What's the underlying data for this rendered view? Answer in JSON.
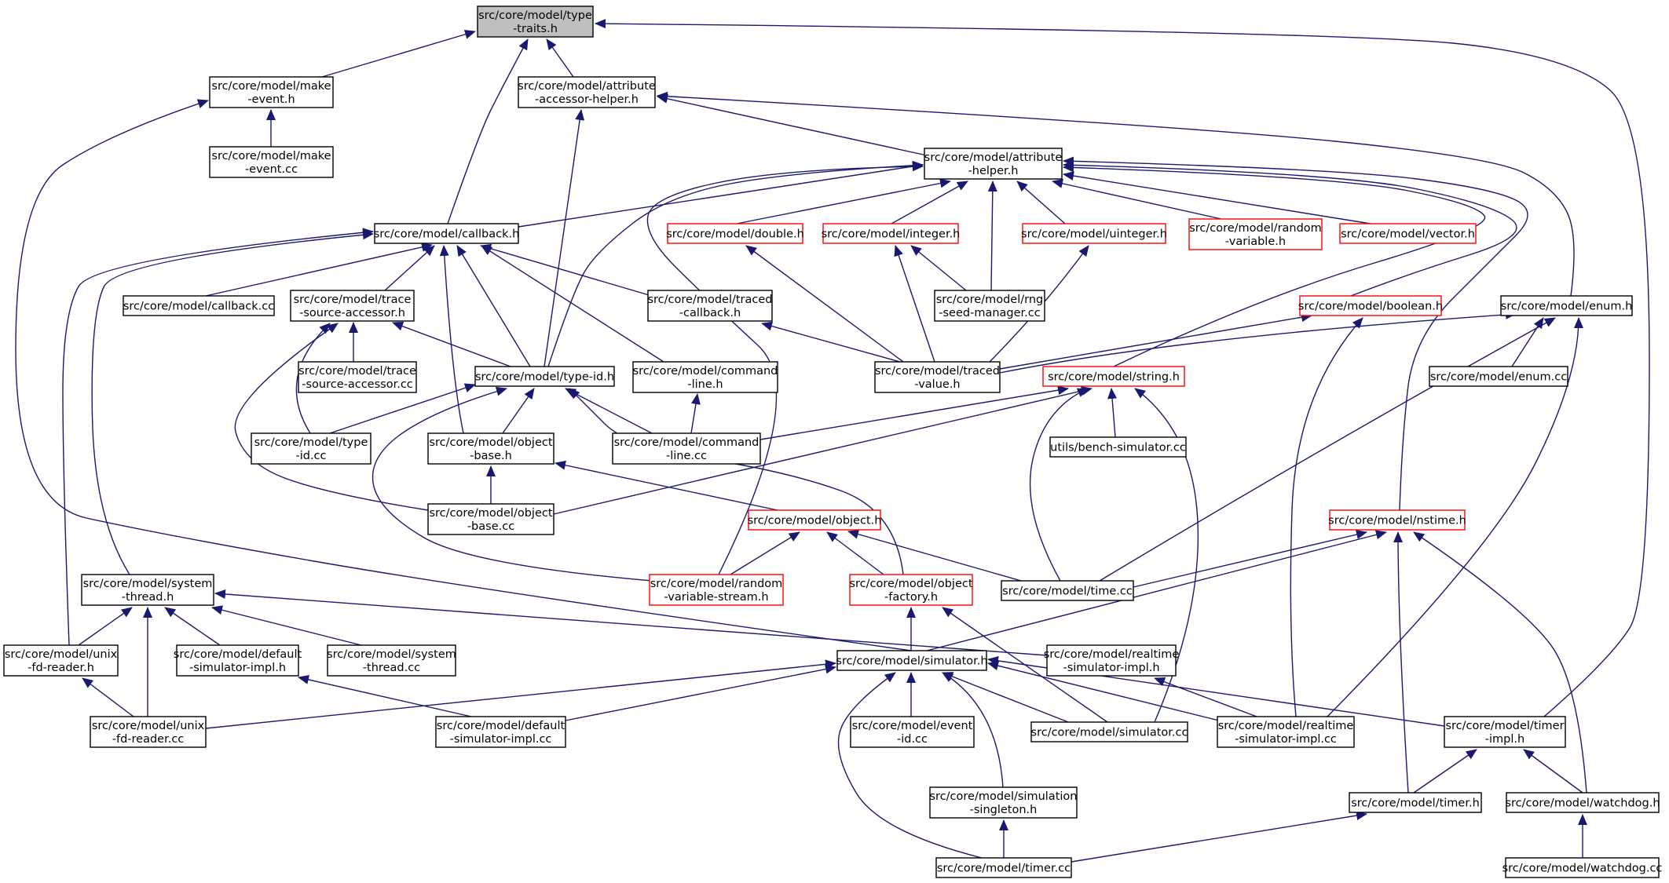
{
  "colors": {
    "edge": "#191970",
    "border_default": "#000000",
    "border_highlight": "#ff0000",
    "fill_default": "#ffffff",
    "fill_root": "#bfbfbf",
    "text": "#000000"
  },
  "nodes": [
    {
      "id": "type-traits-h",
      "lines": [
        "src/core/model/type",
        "-traits.h"
      ],
      "style": "root"
    },
    {
      "id": "make-event-h",
      "lines": [
        "src/core/model/make",
        "-event.h"
      ],
      "style": "default"
    },
    {
      "id": "attribute-accessor-helper-h",
      "lines": [
        "src/core/model/attribute",
        "-accessor-helper.h"
      ],
      "style": "default"
    },
    {
      "id": "make-event-cc",
      "lines": [
        "src/core/model/make",
        "-event.cc"
      ],
      "style": "default"
    },
    {
      "id": "attribute-helper-h",
      "lines": [
        "src/core/model/attribute",
        "-helper.h"
      ],
      "style": "default"
    },
    {
      "id": "callback-h",
      "lines": [
        "src/core/model/callback.h"
      ],
      "style": "default"
    },
    {
      "id": "double-h",
      "lines": [
        "src/core/model/double.h"
      ],
      "style": "red"
    },
    {
      "id": "integer-h",
      "lines": [
        "src/core/model/integer.h"
      ],
      "style": "red"
    },
    {
      "id": "uinteger-h",
      "lines": [
        "src/core/model/uinteger.h"
      ],
      "style": "red"
    },
    {
      "id": "random-variable-h",
      "lines": [
        "src/core/model/random",
        "-variable.h"
      ],
      "style": "red"
    },
    {
      "id": "vector-h",
      "lines": [
        "src/core/model/vector.h"
      ],
      "style": "red"
    },
    {
      "id": "callback-cc",
      "lines": [
        "src/core/model/callback.cc"
      ],
      "style": "default"
    },
    {
      "id": "trace-source-accessor-h",
      "lines": [
        "src/core/model/trace",
        "-source-accessor.h"
      ],
      "style": "default"
    },
    {
      "id": "traced-callback-h",
      "lines": [
        "src/core/model/traced",
        "-callback.h"
      ],
      "style": "default"
    },
    {
      "id": "rng-seed-manager-cc",
      "lines": [
        "src/core/model/rng",
        "-seed-manager.cc"
      ],
      "style": "default"
    },
    {
      "id": "boolean-h",
      "lines": [
        "src/core/model/boolean.h"
      ],
      "style": "red"
    },
    {
      "id": "enum-h",
      "lines": [
        "src/core/model/enum.h"
      ],
      "style": "default"
    },
    {
      "id": "trace-source-accessor-cc",
      "lines": [
        "src/core/model/trace",
        "-source-accessor.cc"
      ],
      "style": "default"
    },
    {
      "id": "type-id-h",
      "lines": [
        "src/core/model/type-id.h"
      ],
      "style": "default"
    },
    {
      "id": "command-line-h",
      "lines": [
        "src/core/model/command",
        "-line.h"
      ],
      "style": "default"
    },
    {
      "id": "traced-value-h",
      "lines": [
        "src/core/model/traced",
        "-value.h"
      ],
      "style": "default"
    },
    {
      "id": "string-h",
      "lines": [
        "src/core/model/string.h"
      ],
      "style": "red"
    },
    {
      "id": "enum-cc",
      "lines": [
        "src/core/model/enum.cc"
      ],
      "style": "default"
    },
    {
      "id": "type-id-cc",
      "lines": [
        "src/core/model/type",
        "-id.cc"
      ],
      "style": "default"
    },
    {
      "id": "object-base-h",
      "lines": [
        "src/core/model/object",
        "-base.h"
      ],
      "style": "default"
    },
    {
      "id": "command-line-cc",
      "lines": [
        "src/core/model/command",
        "-line.cc"
      ],
      "style": "default"
    },
    {
      "id": "bench-simulator-cc",
      "lines": [
        "utils/bench-simulator.cc"
      ],
      "style": "default"
    },
    {
      "id": "object-base-cc",
      "lines": [
        "src/core/model/object",
        "-base.cc"
      ],
      "style": "default"
    },
    {
      "id": "object-h",
      "lines": [
        "src/core/model/object.h"
      ],
      "style": "red"
    },
    {
      "id": "nstime-h",
      "lines": [
        "src/core/model/nstime.h"
      ],
      "style": "red"
    },
    {
      "id": "system-thread-h",
      "lines": [
        "src/core/model/system",
        "-thread.h"
      ],
      "style": "default"
    },
    {
      "id": "random-variable-stream-h",
      "lines": [
        "src/core/model/random",
        "-variable-stream.h"
      ],
      "style": "red"
    },
    {
      "id": "object-factory-h",
      "lines": [
        "src/core/model/object",
        "-factory.h"
      ],
      "style": "red"
    },
    {
      "id": "time-cc",
      "lines": [
        "src/core/model/time.cc"
      ],
      "style": "default"
    },
    {
      "id": "unix-fd-reader-h",
      "lines": [
        "src/core/model/unix",
        "-fd-reader.h"
      ],
      "style": "default"
    },
    {
      "id": "default-simulator-impl-h",
      "lines": [
        "src/core/model/default",
        "-simulator-impl.h"
      ],
      "style": "default"
    },
    {
      "id": "system-thread-cc",
      "lines": [
        "src/core/model/system",
        "-thread.cc"
      ],
      "style": "default"
    },
    {
      "id": "simulator-h",
      "lines": [
        "src/core/model/simulator.h"
      ],
      "style": "default"
    },
    {
      "id": "realtime-simulator-impl-h",
      "lines": [
        "src/core/model/realtime",
        "-simulator-impl.h"
      ],
      "style": "default"
    },
    {
      "id": "unix-fd-reader-cc",
      "lines": [
        "src/core/model/unix",
        "-fd-reader.cc"
      ],
      "style": "default"
    },
    {
      "id": "default-simulator-impl-cc",
      "lines": [
        "src/core/model/default",
        "-simulator-impl.cc"
      ],
      "style": "default"
    },
    {
      "id": "event-id-cc",
      "lines": [
        "src/core/model/event",
        "-id.cc"
      ],
      "style": "default"
    },
    {
      "id": "simulator-cc",
      "lines": [
        "src/core/model/simulator.cc"
      ],
      "style": "default"
    },
    {
      "id": "realtime-simulator-impl-cc",
      "lines": [
        "src/core/model/realtime",
        "-simulator-impl.cc"
      ],
      "style": "default"
    },
    {
      "id": "timer-impl-h",
      "lines": [
        "src/core/model/timer",
        "-impl.h"
      ],
      "style": "default"
    },
    {
      "id": "simulation-singleton-h",
      "lines": [
        "src/core/model/simulation",
        "-singleton.h"
      ],
      "style": "default"
    },
    {
      "id": "timer-h",
      "lines": [
        "src/core/model/timer.h"
      ],
      "style": "default"
    },
    {
      "id": "watchdog-h",
      "lines": [
        "src/core/model/watchdog.h"
      ],
      "style": "default"
    },
    {
      "id": "timer-cc",
      "lines": [
        "src/core/model/timer.cc"
      ],
      "style": "default"
    },
    {
      "id": "watchdog-cc",
      "lines": [
        "src/core/model/watchdog.cc"
      ],
      "style": "default"
    }
  ],
  "edges": [
    {
      "from": "make-event-h",
      "to": "type-traits-h"
    },
    {
      "from": "attribute-accessor-helper-h",
      "to": "type-traits-h"
    },
    {
      "from": "callback-h",
      "to": "type-traits-h"
    },
    {
      "from": "timer-impl-h",
      "to": "type-traits-h"
    },
    {
      "from": "make-event-cc",
      "to": "make-event-h"
    },
    {
      "from": "simulator-h",
      "to": "make-event-h"
    },
    {
      "from": "attribute-helper-h",
      "to": "attribute-accessor-helper-h"
    },
    {
      "from": "type-id-h",
      "to": "attribute-accessor-helper-h"
    },
    {
      "from": "enum-h",
      "to": "attribute-accessor-helper-h"
    },
    {
      "from": "callback-h",
      "to": "attribute-helper-h"
    },
    {
      "from": "double-h",
      "to": "attribute-helper-h"
    },
    {
      "from": "integer-h",
      "to": "attribute-helper-h"
    },
    {
      "from": "uinteger-h",
      "to": "attribute-helper-h"
    },
    {
      "from": "random-variable-h",
      "to": "attribute-helper-h"
    },
    {
      "from": "vector-h",
      "to": "attribute-helper-h"
    },
    {
      "from": "rng-seed-manager-cc",
      "to": "attribute-helper-h"
    },
    {
      "from": "type-id-h",
      "to": "attribute-helper-h"
    },
    {
      "from": "random-variable-stream-h",
      "to": "attribute-helper-h"
    },
    {
      "from": "boolean-h",
      "to": "attribute-helper-h"
    },
    {
      "from": "string-h",
      "to": "attribute-helper-h"
    },
    {
      "from": "nstime-h",
      "to": "attribute-helper-h"
    },
    {
      "from": "callback-cc",
      "to": "callback-h"
    },
    {
      "from": "trace-source-accessor-h",
      "to": "callback-h"
    },
    {
      "from": "traced-callback-h",
      "to": "callback-h"
    },
    {
      "from": "type-id-h",
      "to": "callback-h"
    },
    {
      "from": "command-line-h",
      "to": "callback-h"
    },
    {
      "from": "object-base-h",
      "to": "callback-h"
    },
    {
      "from": "system-thread-h",
      "to": "callback-h"
    },
    {
      "from": "unix-fd-reader-h",
      "to": "callback-h"
    },
    {
      "from": "traced-value-h",
      "to": "double-h"
    },
    {
      "from": "traced-value-h",
      "to": "integer-h"
    },
    {
      "from": "rng-seed-manager-cc",
      "to": "integer-h"
    },
    {
      "from": "traced-value-h",
      "to": "uinteger-h"
    },
    {
      "from": "trace-source-accessor-cc",
      "to": "trace-source-accessor-h"
    },
    {
      "from": "type-id-h",
      "to": "trace-source-accessor-h"
    },
    {
      "from": "type-id-cc",
      "to": "trace-source-accessor-h"
    },
    {
      "from": "object-base-cc",
      "to": "trace-source-accessor-h"
    },
    {
      "from": "traced-value-h",
      "to": "traced-callback-h"
    },
    {
      "from": "traced-value-h",
      "to": "boolean-h"
    },
    {
      "from": "realtime-simulator-impl-cc",
      "to": "boolean-h"
    },
    {
      "from": "traced-value-h",
      "to": "enum-h"
    },
    {
      "from": "enum-cc",
      "to": "enum-h"
    },
    {
      "from": "time-cc",
      "to": "enum-h"
    },
    {
      "from": "realtime-simulator-impl-cc",
      "to": "enum-h"
    },
    {
      "from": "type-id-cc",
      "to": "type-id-h"
    },
    {
      "from": "object-base-h",
      "to": "type-id-h"
    },
    {
      "from": "command-line-cc",
      "to": "type-id-h"
    },
    {
      "from": "random-variable-stream-h",
      "to": "type-id-h"
    },
    {
      "from": "object-factory-h",
      "to": "type-id-h"
    },
    {
      "from": "command-line-cc",
      "to": "command-line-h"
    },
    {
      "from": "command-line-cc",
      "to": "string-h"
    },
    {
      "from": "bench-simulator-cc",
      "to": "string-h"
    },
    {
      "from": "object-base-cc",
      "to": "string-h"
    },
    {
      "from": "time-cc",
      "to": "string-h"
    },
    {
      "from": "simulator-cc",
      "to": "string-h"
    },
    {
      "from": "object-base-cc",
      "to": "object-base-h"
    },
    {
      "from": "object-h",
      "to": "object-base-h"
    },
    {
      "from": "random-variable-stream-h",
      "to": "object-h"
    },
    {
      "from": "object-factory-h",
      "to": "object-h"
    },
    {
      "from": "time-cc",
      "to": "object-h"
    },
    {
      "from": "time-cc",
      "to": "nstime-h"
    },
    {
      "from": "simulator-h",
      "to": "nstime-h"
    },
    {
      "from": "timer-h",
      "to": "nstime-h"
    },
    {
      "from": "watchdog-h",
      "to": "nstime-h"
    },
    {
      "from": "simulator-h",
      "to": "object-factory-h"
    },
    {
      "from": "simulator-cc",
      "to": "object-factory-h"
    },
    {
      "from": "unix-fd-reader-h",
      "to": "system-thread-h"
    },
    {
      "from": "unix-fd-reader-cc",
      "to": "system-thread-h"
    },
    {
      "from": "default-simulator-impl-h",
      "to": "system-thread-h"
    },
    {
      "from": "system-thread-cc",
      "to": "system-thread-h"
    },
    {
      "from": "realtime-simulator-impl-h",
      "to": "system-thread-h"
    },
    {
      "from": "unix-fd-reader-cc",
      "to": "unix-fd-reader-h"
    },
    {
      "from": "default-simulator-impl-cc",
      "to": "default-simulator-impl-h"
    },
    {
      "from": "realtime-simulator-impl-cc",
      "to": "realtime-simulator-impl-h"
    },
    {
      "from": "unix-fd-reader-cc",
      "to": "simulator-h"
    },
    {
      "from": "default-simulator-impl-cc",
      "to": "simulator-h"
    },
    {
      "from": "event-id-cc",
      "to": "simulator-h"
    },
    {
      "from": "simulator-cc",
      "to": "simulator-h"
    },
    {
      "from": "realtime-simulator-impl-cc",
      "to": "simulator-h"
    },
    {
      "from": "timer-impl-h",
      "to": "simulator-h"
    },
    {
      "from": "simulation-singleton-h",
      "to": "simulator-h"
    },
    {
      "from": "timer-cc",
      "to": "simulator-h"
    },
    {
      "from": "timer-h",
      "to": "timer-impl-h"
    },
    {
      "from": "watchdog-h",
      "to": "timer-impl-h"
    },
    {
      "from": "timer-cc",
      "to": "simulation-singleton-h"
    },
    {
      "from": "timer-cc",
      "to": "timer-h"
    },
    {
      "from": "watchdog-cc",
      "to": "watchdog-h"
    }
  ]
}
